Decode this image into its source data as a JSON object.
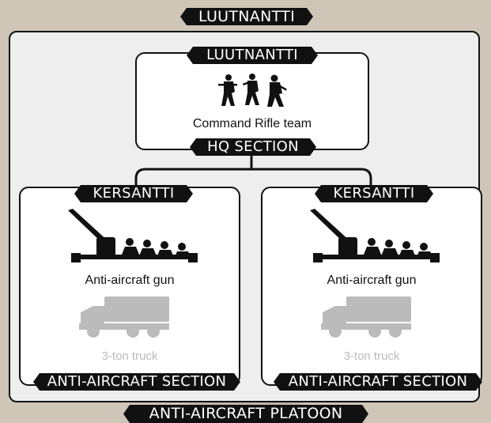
{
  "title_banner": "LUUTNANTTI",
  "hq": {
    "rank": "LUUTNANTTI",
    "unit": "Command Rifle team",
    "section": "HQ SECTION",
    "icon": "rifle-team-silhouette"
  },
  "sections": [
    {
      "rank": "KERSANTTI",
      "gun": "Anti-aircraft gun",
      "truck": "3-ton truck",
      "section": "ANTI-AIRCRAFT SECTION"
    },
    {
      "rank": "KERSANTTI",
      "gun": "Anti-aircraft gun",
      "truck": "3-ton truck",
      "section": "ANTI-AIRCRAFT SECTION"
    }
  ],
  "platoon": "ANTI-AIRCRAFT PLATOON",
  "colors": {
    "banner": "#111111",
    "frame": "#eeeeee",
    "box": "#ffffff",
    "optional_unit": "#bbbbbb"
  }
}
